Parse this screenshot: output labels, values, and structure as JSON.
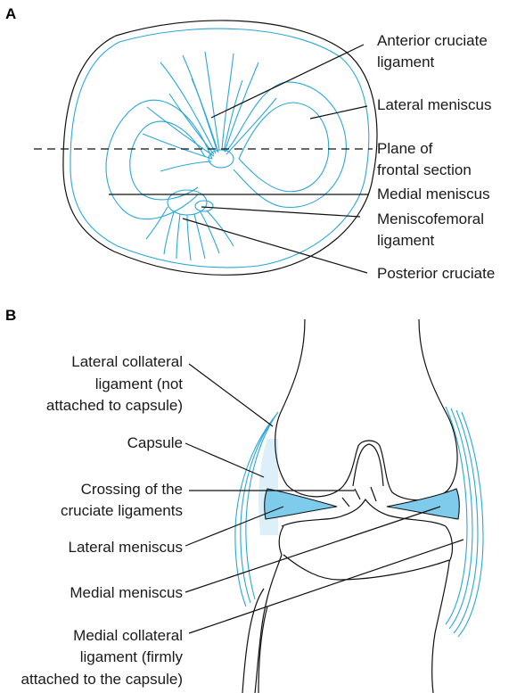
{
  "panels": {
    "a": {
      "label": "A",
      "labels": {
        "acl_1": "Anterior cruciate",
        "acl_2": "ligament",
        "lateral_meniscus": "Lateral meniscus",
        "plane_1": "Plane of",
        "plane_2": "frontal section",
        "medial_meniscus": "Medial meniscus",
        "mfl_1": "Meniscofemoral",
        "mfl_2": "ligament",
        "pcl": "Posterior cruciate"
      }
    },
    "b": {
      "label": "B",
      "labels": {
        "lcl_1": "Lateral collateral",
        "lcl_2": "ligament (not",
        "lcl_3": "attached to capsule)",
        "capsule": "Capsule",
        "crossing_1": "Crossing of the",
        "crossing_2": "cruciate ligaments",
        "lateral_meniscus": "Lateral meniscus",
        "medial_meniscus": "Medial meniscus",
        "mcl_1": "Medial collateral",
        "mcl_2": "ligament (firmly",
        "mcl_3": "attached to the capsule)"
      }
    }
  },
  "colors": {
    "ligament": "#2aa7d9",
    "meniscus_fill": "#7fcbec",
    "capsule_fill": "#dcf0fa",
    "outline": "#111111"
  }
}
